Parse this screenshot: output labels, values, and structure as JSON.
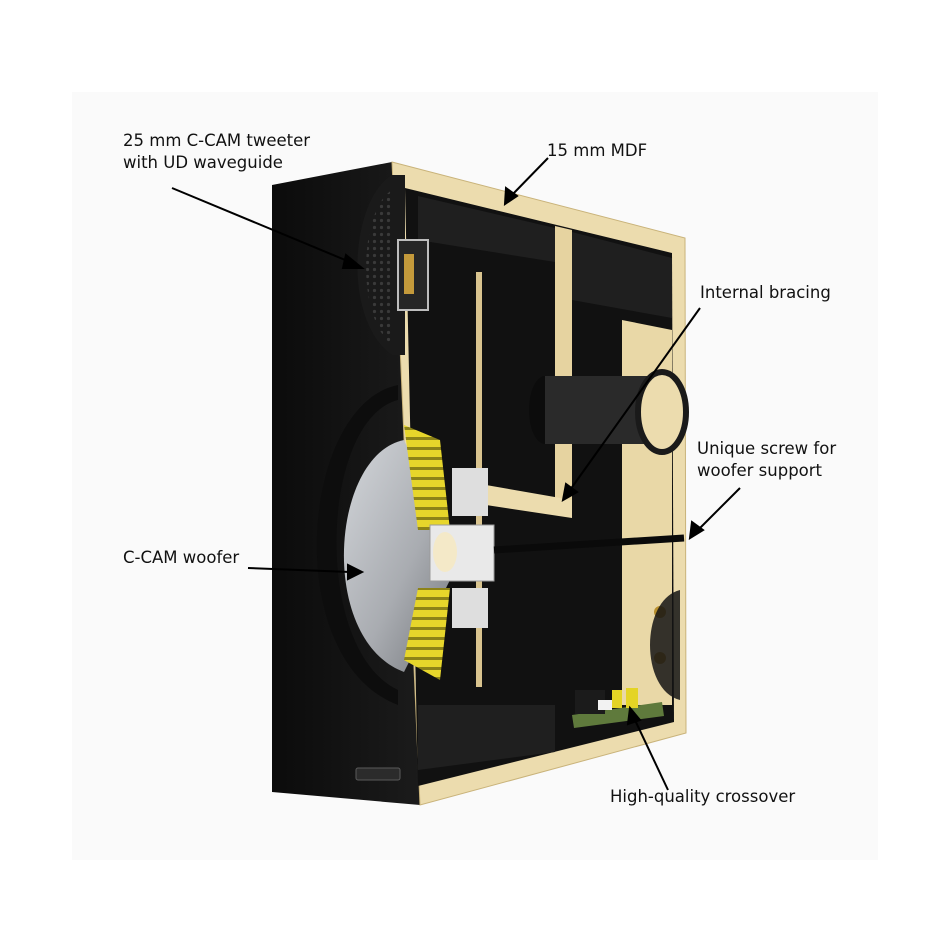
{
  "labels": {
    "tweeter": {
      "line1": "25 mm C-CAM tweeter",
      "line2": "with UD waveguide"
    },
    "mdf": "15 mm MDF",
    "bracing": "Internal bracing",
    "screw": {
      "line1": "Unique screw for",
      "line2": "woofer support"
    },
    "woofer": "C-CAM woofer",
    "crossover": "High-quality crossover"
  },
  "colors": {
    "mdf": "#ecdcae",
    "mdf_shade": "#d9c48f",
    "cabinet": "#141414",
    "foam": "#1e1e1e",
    "cone": "#b9bcc0",
    "yellow": "#f3e23a",
    "pcb": "#5f7a3c"
  }
}
